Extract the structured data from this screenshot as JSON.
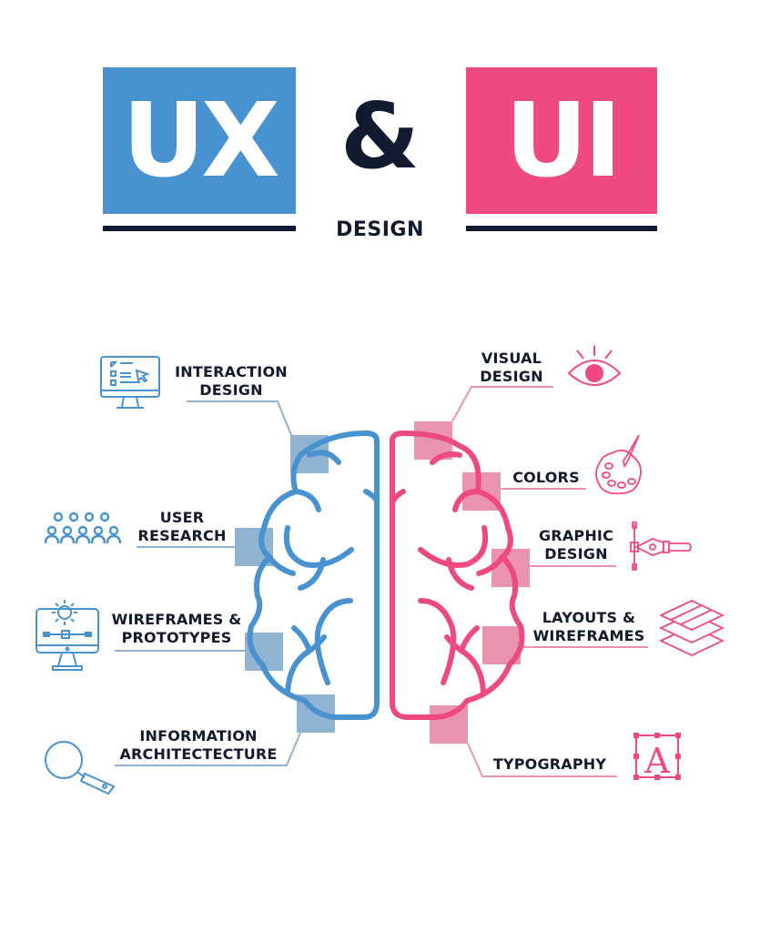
{
  "header": {
    "left_box_text": "UX",
    "ampersand": "&",
    "right_box_text": "UI",
    "subtitle": "DESIGN",
    "colors": {
      "ux_blue": "#4792cf",
      "ui_pink": "#ee4a80",
      "dark": "#111a2e",
      "blue_square": "#8fb3d1",
      "pink_square": "#e994ac"
    }
  },
  "ux_side": {
    "items": [
      {
        "line1": "INTERACTION",
        "line2": "DESIGN",
        "icon": "monitor-checklist-icon"
      },
      {
        "line1": "USER",
        "line2": "RESEARCH",
        "icon": "users-group-icon"
      },
      {
        "line1": "WIREFRAMES &",
        "line2": "PROTOTYPES",
        "icon": "monitor-gear-icon"
      },
      {
        "line1": "INFORMATION",
        "line2": "ARCHITECTECTURE",
        "icon": "magnifier-icon"
      }
    ]
  },
  "ui_side": {
    "items": [
      {
        "line1": "VISUAL",
        "line2": "DESIGN",
        "icon": "eye-icon"
      },
      {
        "line1": "COLORS",
        "line2": "",
        "icon": "palette-brush-icon"
      },
      {
        "line1": "GRAPHIC",
        "line2": "DESIGN",
        "icon": "pen-tool-icon"
      },
      {
        "line1": "LAYOUTS &",
        "line2": "WIREFRAMES",
        "icon": "layers-icon"
      },
      {
        "line1": "TYPOGRAPHY",
        "line2": "",
        "icon": "typography-frame-icon"
      }
    ]
  }
}
